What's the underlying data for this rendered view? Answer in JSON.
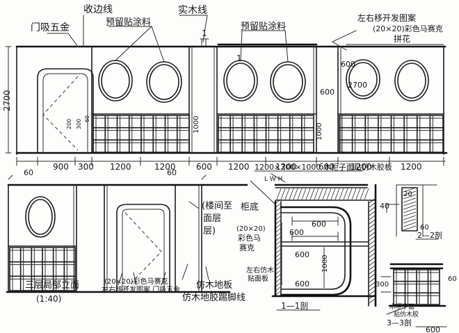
{
  "labels": {
    "door_hardware": "门吸五金",
    "edge_band": "收边线",
    "real_wood_line": "实木线",
    "preset_paint_top1": "预留贴涂料",
    "preset_paint_top2": "预留贴涂料",
    "right_top_note_line1": "左右移开发图案",
    "right_top_note_line2": "(20×20)彩色马赛克",
    "right_top_note_line3": "拼花",
    "cabinet_note": "1200×300×1000 木柜子面贴仿木胶板",
    "stair_note_line1": "(楼间至",
    "stair_note_line2": "面层",
    "stair_note_line3": "层)",
    "cabinet_base": "柜底",
    "mosaic_note_line1": "(20×20)",
    "mosaic_note_line2": "彩色马",
    "mosaic_note_line3": "赛克",
    "wood_panel_line1": "左右仿木",
    "wood_panel_line2": "贴面板",
    "bottom_note_line1": "(20×20)彩色马赛克",
    "bottom_note_line2": "左右移开发图案 门吸五金",
    "plank_floor": "仿木地板",
    "plank_skirting": "仿木地胶踢脚线",
    "title": "三层局部立面",
    "scale": "(1:40)",
    "section_1": "1—1剖",
    "section_2": "2—2剖",
    "section_3": "3—3剖",
    "tiny_note_line1": "木柜子面",
    "tiny_note_line2": "贴仿木胶"
  },
  "dims": {
    "h_2700_left": "2700",
    "h_2700_right": "2700",
    "top_1": "1",
    "top_2": "1",
    "mid_1000": "1000",
    "mid_1000b": "1000",
    "w_900": "900",
    "w_300": "300",
    "w_1200a": "1200",
    "w_1200b": "1200",
    "w_600a": "600",
    "w_1200c": "1200",
    "w_1200d": "1200",
    "w_600b": "600",
    "w_1200e": "1200",
    "w_1200f": "1200",
    "w_60": "60",
    "w_60b": "60",
    "col_600": "600",
    "col_600b": "600",
    "lh": "L W H",
    "sec_600a": "600",
    "sec_600b": "600",
    "sec_600c": "600",
    "sec_600d": "600",
    "sec_1000": "1000",
    "s2_20": "20",
    "s2_40": "40",
    "s2_60": "60",
    "s3_600": "600",
    "s3_300": "300",
    "s3_60": "60",
    "small_200": "200",
    "small_300": "300",
    "small_60": "60"
  },
  "colors": {
    "ink": "#1c1c1c",
    "paper": "#fdfdfc"
  }
}
